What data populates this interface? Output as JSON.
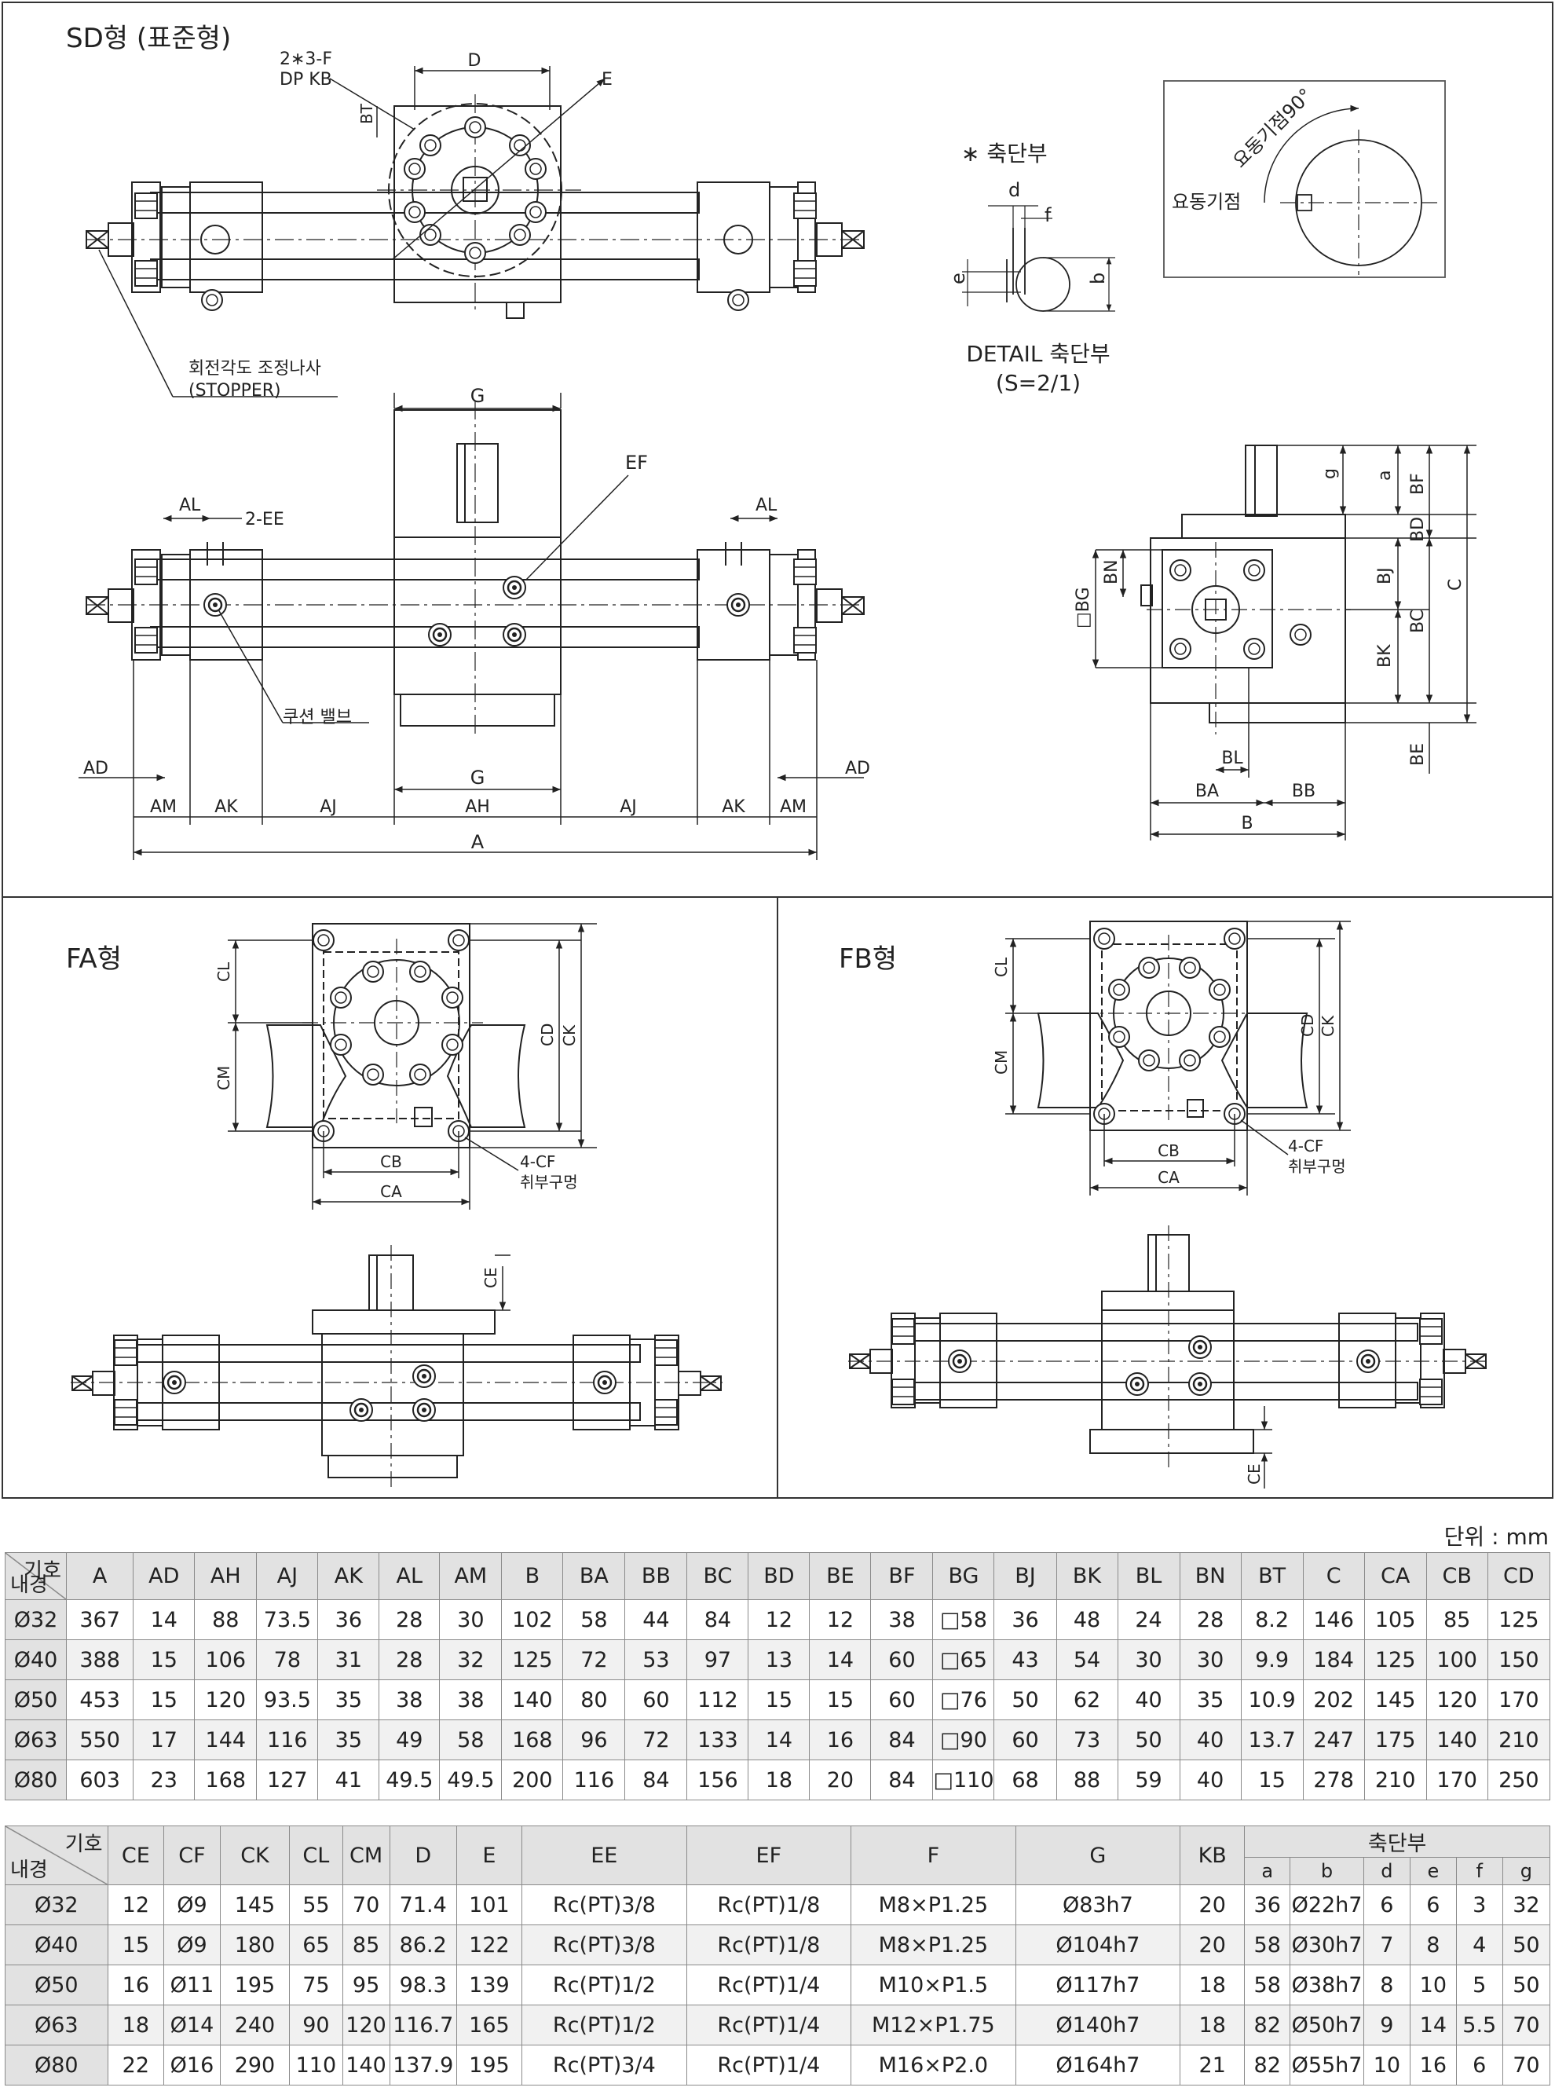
{
  "sections": {
    "sd_title": "SD형 (표준형)",
    "fa_title": "FA형",
    "fb_title": "FB형"
  },
  "labels": {
    "tap": "2∗3-F",
    "tap_depth": "DP KB",
    "d": "D",
    "e": "E",
    "bt": "BT",
    "stopper_ko": "회전각도 조정나사",
    "stopper_en": "(STOPPER)",
    "shaft_end": "∗ 축단부",
    "detail_d": "d",
    "detail_f": "f",
    "detail_e": "e",
    "detail_b": "b",
    "detail_title": "DETAIL 축단부",
    "detail_scale": "(S=2/1)",
    "swing_angle": "요동기점90°",
    "swing_origin": "요동기점",
    "g": "G",
    "ef": "EF",
    "al": "AL",
    "ee": "2-EE",
    "cushion": "쿠션 밸브",
    "ad": "AD",
    "am": "AM",
    "ak": "AK",
    "aj": "AJ",
    "ah": "AH",
    "a": "A",
    "g_small": "g",
    "a_small": "a",
    "bf": "BF",
    "bd": "BD",
    "bn": "BN",
    "bg": "□BG",
    "bj": "BJ",
    "bc": "BC",
    "c": "C",
    "bk": "BK",
    "be": "BE",
    "bl": "BL",
    "ba": "BA",
    "bb": "BB",
    "b": "B",
    "cl": "CL",
    "cm": "CM",
    "cd": "CD",
    "ck": "CK",
    "cb": "CB",
    "ca": "CA",
    "cf": "4-CF",
    "mount_hole": "취부구멍",
    "ce": "CE"
  },
  "unit": "단위 : mm",
  "corner": {
    "top": "기호",
    "bottom": "내경"
  },
  "table1": {
    "headers": [
      "A",
      "AD",
      "AH",
      "AJ",
      "AK",
      "AL",
      "AM",
      "B",
      "BA",
      "BB",
      "BC",
      "BD",
      "BE",
      "BF",
      "BG",
      "BJ",
      "BK",
      "BL",
      "BN",
      "BT",
      "C",
      "CA",
      "CB",
      "CD"
    ],
    "rows": [
      {
        "bore": "Ø32",
        "values": [
          "367",
          "14",
          "88",
          "73.5",
          "36",
          "28",
          "30",
          "102",
          "58",
          "44",
          "84",
          "12",
          "12",
          "38",
          "□58",
          "36",
          "48",
          "24",
          "28",
          "8.2",
          "146",
          "105",
          "85",
          "125"
        ]
      },
      {
        "bore": "Ø40",
        "values": [
          "388",
          "15",
          "106",
          "78",
          "31",
          "28",
          "32",
          "125",
          "72",
          "53",
          "97",
          "13",
          "14",
          "60",
          "□65",
          "43",
          "54",
          "30",
          "30",
          "9.9",
          "184",
          "125",
          "100",
          "150"
        ]
      },
      {
        "bore": "Ø50",
        "values": [
          "453",
          "15",
          "120",
          "93.5",
          "35",
          "38",
          "38",
          "140",
          "80",
          "60",
          "112",
          "15",
          "15",
          "60",
          "□76",
          "50",
          "62",
          "40",
          "35",
          "10.9",
          "202",
          "145",
          "120",
          "170"
        ]
      },
      {
        "bore": "Ø63",
        "values": [
          "550",
          "17",
          "144",
          "116",
          "35",
          "49",
          "58",
          "168",
          "96",
          "72",
          "133",
          "14",
          "16",
          "84",
          "□90",
          "60",
          "73",
          "50",
          "40",
          "13.7",
          "247",
          "175",
          "140",
          "210"
        ]
      },
      {
        "bore": "Ø80",
        "values": [
          "603",
          "23",
          "168",
          "127",
          "41",
          "49.5",
          "49.5",
          "200",
          "116",
          "84",
          "156",
          "18",
          "20",
          "84",
          "□110",
          "68",
          "88",
          "59",
          "40",
          "15",
          "278",
          "210",
          "170",
          "250"
        ]
      }
    ]
  },
  "table2": {
    "headers": [
      "CE",
      "CF",
      "CK",
      "CL",
      "CM",
      "D",
      "E",
      "EE",
      "EF",
      "F",
      "G",
      "KB"
    ],
    "group": "축단부",
    "sub_headers": [
      "a",
      "b",
      "d",
      "e",
      "f",
      "g"
    ],
    "rows": [
      {
        "bore": "Ø32",
        "values": [
          "12",
          "Ø9",
          "145",
          "55",
          "70",
          "71.4",
          "101",
          "Rc(PT)3/8",
          "Rc(PT)1/8",
          "M8×P1.25",
          "Ø83h7",
          "20",
          "36",
          "Ø22h7",
          "6",
          "6",
          "3",
          "32"
        ]
      },
      {
        "bore": "Ø40",
        "values": [
          "15",
          "Ø9",
          "180",
          "65",
          "85",
          "86.2",
          "122",
          "Rc(PT)3/8",
          "Rc(PT)1/8",
          "M8×P1.25",
          "Ø104h7",
          "20",
          "58",
          "Ø30h7",
          "7",
          "8",
          "4",
          "50"
        ]
      },
      {
        "bore": "Ø50",
        "values": [
          "16",
          "Ø11",
          "195",
          "75",
          "95",
          "98.3",
          "139",
          "Rc(PT)1/2",
          "Rc(PT)1/4",
          "M10×P1.5",
          "Ø117h7",
          "18",
          "58",
          "Ø38h7",
          "8",
          "10",
          "5",
          "50"
        ]
      },
      {
        "bore": "Ø63",
        "values": [
          "18",
          "Ø14",
          "240",
          "90",
          "120",
          "116.7",
          "165",
          "Rc(PT)1/2",
          "Rc(PT)1/4",
          "M12×P1.75",
          "Ø140h7",
          "18",
          "82",
          "Ø50h7",
          "9",
          "14",
          "5.5",
          "70"
        ]
      },
      {
        "bore": "Ø80",
        "values": [
          "22",
          "Ø16",
          "290",
          "110",
          "140",
          "137.9",
          "195",
          "Rc(PT)3/4",
          "Rc(PT)1/4",
          "M16×P2.0",
          "Ø164h7",
          "21",
          "82",
          "Ø55h7",
          "10",
          "16",
          "6",
          "70"
        ]
      }
    ]
  }
}
